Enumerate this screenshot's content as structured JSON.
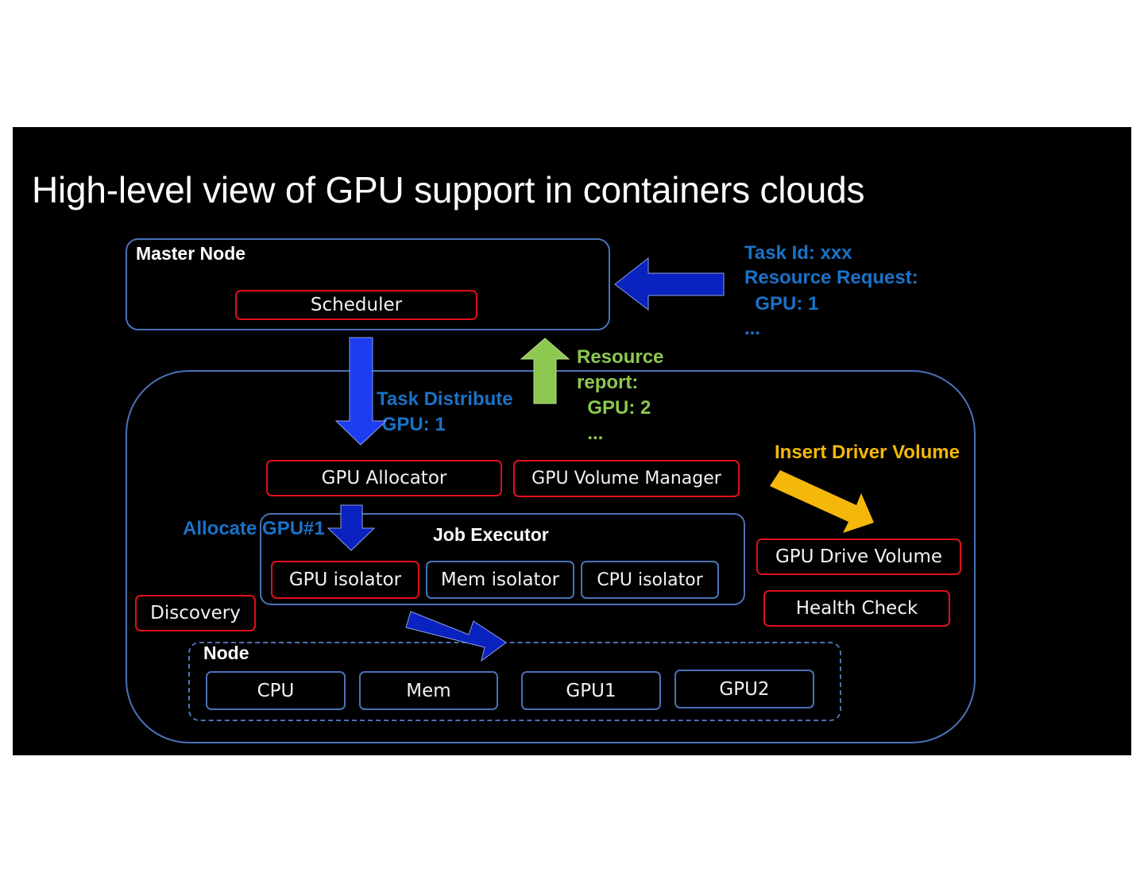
{
  "slide": {
    "title": "High-level view of GPU support in containers clouds"
  },
  "master_node": {
    "label": "Master Node",
    "scheduler": "Scheduler"
  },
  "task_request": {
    "line1": "Task Id: xxx",
    "line2": "Resource Request:",
    "line3": "  GPU: 1",
    "line4": "..."
  },
  "resource_report": {
    "line1": "Resource",
    "line2": "report:",
    "line3": "  GPU: 2",
    "line4": "  ..."
  },
  "task_distribute": {
    "line1": "Task Distribute",
    "line2": " GPU: 1"
  },
  "allocate_label": "Allocate GPU#1",
  "insert_driver_label": "Insert Driver Volume",
  "agent": {
    "gpu_allocator": "GPU Allocator",
    "gpu_volume_manager": "GPU Volume Manager",
    "job_executor": {
      "label": "Job Executor",
      "isolators": [
        "GPU isolator",
        "Mem isolator",
        "CPU isolator"
      ]
    },
    "discovery": "Discovery",
    "gpu_drive_volume": "GPU Drive Volume",
    "health_check": "Health Check"
  },
  "node": {
    "label": "Node",
    "resources": [
      "CPU",
      "Mem",
      "GPU1",
      "GPU2"
    ]
  },
  "colors": {
    "slide_bg": "#000000",
    "container_border": "#4a72b8",
    "plugin_border": "#e0101c",
    "arrow_blue": "#0a22c0",
    "arrow_blue_bright": "#1e3cf0",
    "arrow_green": "#8cc850",
    "arrow_yellow": "#f4b80a",
    "label_blue": "#1a72c8"
  }
}
